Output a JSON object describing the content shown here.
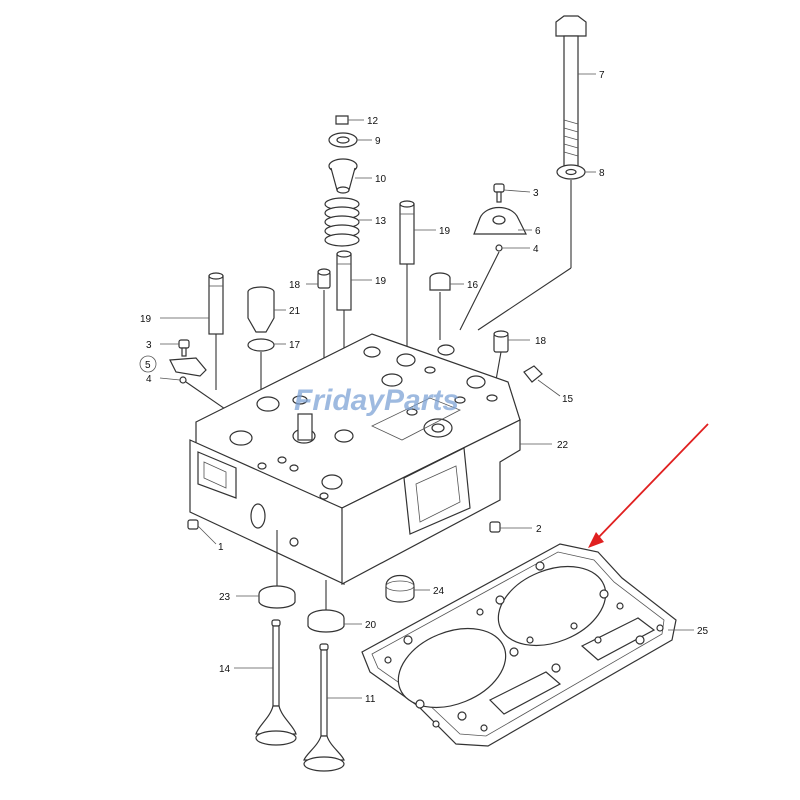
{
  "watermark": {
    "brand": "FridayParts"
  },
  "arrow_color": "#e02020",
  "callouts": [
    {
      "id": "c7",
      "text": "7"
    },
    {
      "id": "c8",
      "text": "8"
    },
    {
      "id": "c12",
      "text": "12"
    },
    {
      "id": "c9",
      "text": "9"
    },
    {
      "id": "c10",
      "text": "10"
    },
    {
      "id": "c13",
      "text": "13"
    },
    {
      "id": "c3a",
      "text": "3"
    },
    {
      "id": "c6",
      "text": "6"
    },
    {
      "id": "c4a",
      "text": "4"
    },
    {
      "id": "c19a",
      "text": "19"
    },
    {
      "id": "c19b",
      "text": "19"
    },
    {
      "id": "c18a",
      "text": "18"
    },
    {
      "id": "c16",
      "text": "16"
    },
    {
      "id": "c21",
      "text": "21"
    },
    {
      "id": "c19c",
      "text": "19"
    },
    {
      "id": "c17",
      "text": "17"
    },
    {
      "id": "c3b",
      "text": "3"
    },
    {
      "id": "c5",
      "text": "5"
    },
    {
      "id": "c4b",
      "text": "4"
    },
    {
      "id": "c18b",
      "text": "18"
    },
    {
      "id": "c15",
      "text": "15"
    },
    {
      "id": "c22",
      "text": "22"
    },
    {
      "id": "c1",
      "text": "1"
    },
    {
      "id": "c2",
      "text": "2"
    },
    {
      "id": "c24",
      "text": "24"
    },
    {
      "id": "c23",
      "text": "23"
    },
    {
      "id": "c20",
      "text": "20"
    },
    {
      "id": "c25",
      "text": "25"
    },
    {
      "id": "c14",
      "text": "14"
    },
    {
      "id": "c11",
      "text": "11"
    }
  ]
}
